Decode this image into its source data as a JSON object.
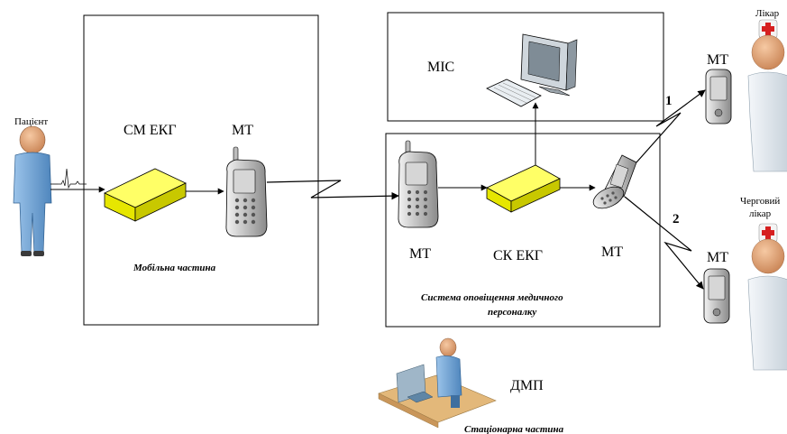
{
  "labels": {
    "patient": "Пацієнт",
    "sm_ecg": "СМ ЕКГ",
    "mt_mobile": "МТ",
    "mobile_part": "Мобільна частина",
    "mis": "МІС",
    "mt_system": "МТ",
    "sk_ecg": "СК ЕКГ",
    "mt_phone": "МТ",
    "system_caption_line1": "Система оповіщення медичного",
    "system_caption_line2": "персоналку",
    "dmp": "ДМП",
    "stationary_part": "Стаціонарна частина",
    "doctor": "Лікар",
    "duty_doctor_line1": "Черговий",
    "duty_doctor_line2": "лікар",
    "mt_doctor": "МТ",
    "mt_duty": "МТ",
    "channel_1": "1",
    "channel_2": "2"
  },
  "colors": {
    "device_top": "#ffff00",
    "device_side": "#cccc00",
    "patient_body": "#6fa8dc",
    "doctor_coat": "#d9e2ea",
    "skin": "#e8a878",
    "outline": "#000000"
  }
}
